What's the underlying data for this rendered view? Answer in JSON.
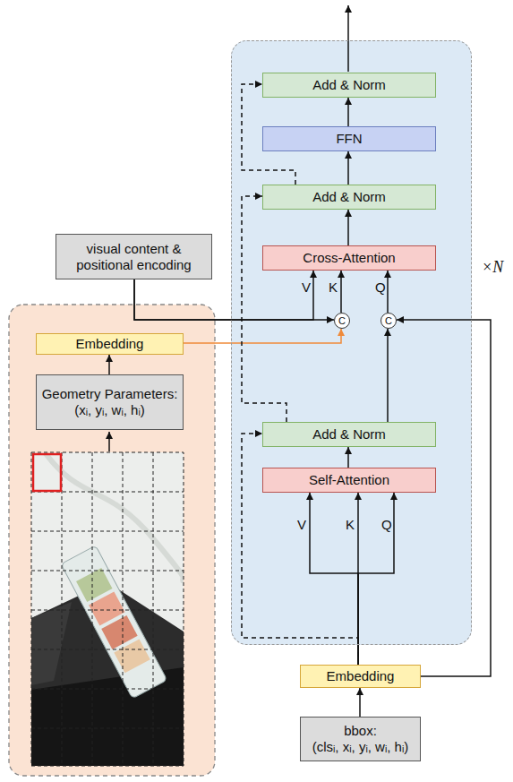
{
  "diagram": {
    "nodes": [
      {
        "text": [
          "×N"
        ]
      },
      {
        "text": [
          "Add & Norm"
        ],
        "in": 0
      },
      {
        "text": [
          "FFN"
        ],
        "in": 0
      },
      {
        "text": [
          "Add & Norm"
        ],
        "in": 0
      },
      {
        "text": [
          "Cross-Attention"
        ],
        "in": 0
      },
      {
        "text": [
          "C"
        ],
        "in": 0
      },
      {
        "text": [
          "C"
        ],
        "in": 0
      },
      {
        "text": [
          "Add & Norm"
        ],
        "in": 0
      },
      {
        "text": [
          "Self-Attention"
        ],
        "in": 0
      },
      {
        "text": [
          "visual content & positional encoding"
        ]
      },
      {
        "text": [
          "Embedding"
        ]
      },
      {
        "text": [
          "Geometry Parameters:",
          "(xᵢ, yᵢ, wᵢ, hᵢ)"
        ]
      },
      {
        "text": [
          "Embedding"
        ]
      },
      {
        "text": [
          "bbox:",
          "(clsᵢ, xᵢ, yᵢ, wᵢ, hᵢ)"
        ]
      }
    ],
    "edges": [
      {
        "from": 2,
        "to": 1,
        "arrow": "to"
      },
      {
        "from": 3,
        "to": 2,
        "arrow": "to"
      },
      {
        "from": 4,
        "to": 3,
        "arrow": "to"
      },
      {
        "from": 9,
        "to": 4,
        "label": "V",
        "arrow": "to"
      },
      {
        "from": 5,
        "to": 4,
        "label": "K",
        "arrow": "to"
      },
      {
        "from": 6,
        "to": 4,
        "label": "Q",
        "arrow": "to"
      },
      {
        "from": 9,
        "to": 5,
        "arrow": "to"
      },
      {
        "from": 10,
        "to": 5,
        "arrow": "to"
      },
      {
        "from": 7,
        "to": 6,
        "arrow": "to"
      },
      {
        "from": 12,
        "to": 6,
        "arrow": "to"
      },
      {
        "from": 8,
        "to": 7,
        "arrow": "to"
      },
      {
        "from": 12,
        "to": 8,
        "label": "V",
        "arrow": "to"
      },
      {
        "from": 12,
        "to": 8,
        "label": "K",
        "arrow": "to"
      },
      {
        "from": 12,
        "to": 8,
        "label": "Q",
        "arrow": "to"
      },
      {
        "from": 12,
        "to": 7,
        "arrow": "to"
      },
      {
        "from": 7,
        "to": 3,
        "arrow": "to"
      },
      {
        "from": 3,
        "to": 1,
        "arrow": "to"
      },
      {
        "from": 11,
        "to": 10,
        "arrow": "to"
      },
      {
        "from": 13,
        "to": 12,
        "arrow": "to"
      }
    ]
  }
}
